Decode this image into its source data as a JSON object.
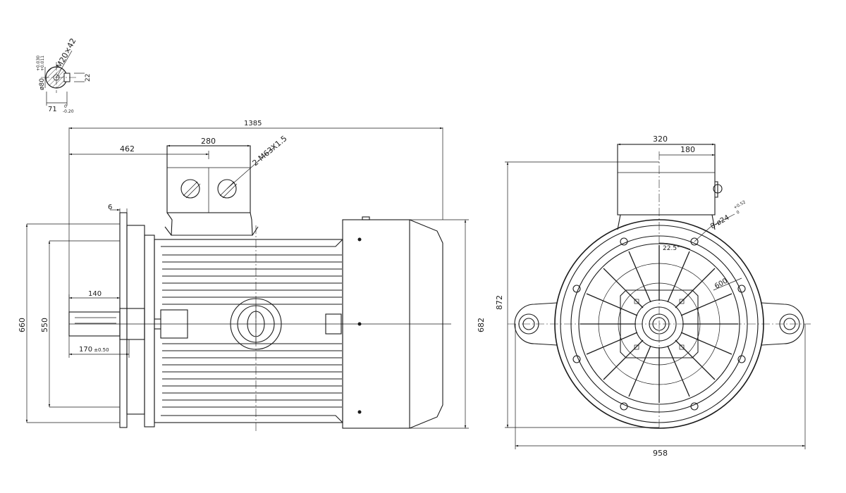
{
  "shaft_detail": {
    "thread": "M20×42",
    "diameter": "ø80",
    "diameter_tol_upper": "+0.030",
    "diameter_tol_lower": "+0.011",
    "key_width": "22",
    "key_height": "71",
    "key_height_tol_upper": "0",
    "key_height_tol_lower": "-0.20"
  },
  "side_view": {
    "overall_length": "1385",
    "box_offset": "462",
    "box_width": "280",
    "cable_entries": "2-M63X1.5",
    "flange_thickness": "6",
    "shaft_length": "140",
    "shaft_height": "170",
    "shaft_height_tol": "±0.50",
    "height_660": "660",
    "height_550": "550",
    "height_682": "682"
  },
  "end_view": {
    "box_width": "320",
    "box_half": "180",
    "total_height": "872",
    "width": "958",
    "holes": "8-ø24",
    "holes_tol_upper": "+0.52",
    "holes_tol_lower": "0",
    "angle": "22.5°",
    "pcd": "600"
  }
}
